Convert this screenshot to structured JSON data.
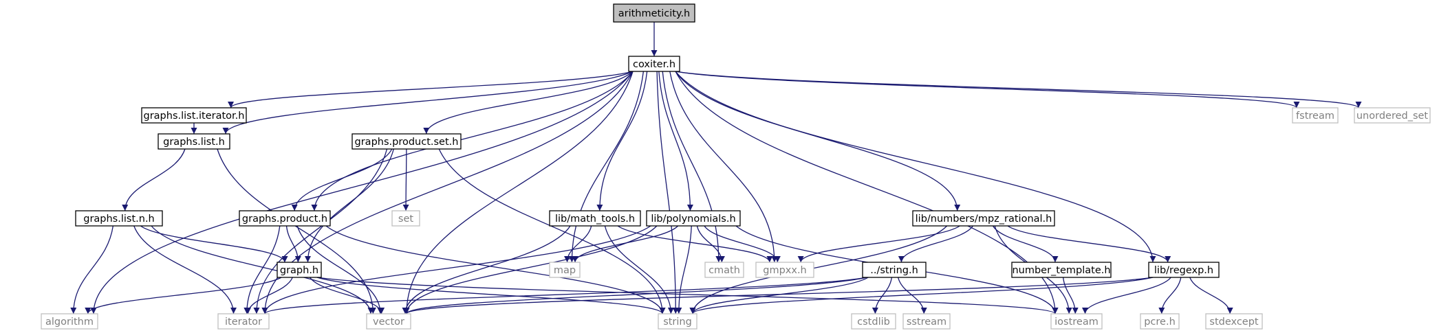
{
  "diagram": {
    "colors": {
      "edge": "#191970",
      "local_border": "#000000",
      "system_border": "#bfbfbf",
      "root_fill": "#bfbfbf",
      "system_text": "#7f7f7f",
      "local_text": "#000000"
    },
    "nodes": [
      {
        "id": "arithmeticity",
        "label": "arithmeticity.h",
        "kind": "root"
      },
      {
        "id": "coxiter",
        "label": "coxiter.h",
        "kind": "local"
      },
      {
        "id": "gli",
        "label": "graphs.list.iterator.h",
        "kind": "local"
      },
      {
        "id": "fstream",
        "label": "fstream",
        "kind": "system"
      },
      {
        "id": "unordered_set",
        "label": "unordered_set",
        "kind": "system"
      },
      {
        "id": "gl",
        "label": "graphs.list.h",
        "kind": "local"
      },
      {
        "id": "gps",
        "label": "graphs.product.set.h",
        "kind": "local"
      },
      {
        "id": "gln",
        "label": "graphs.list.n.h",
        "kind": "local"
      },
      {
        "id": "gp",
        "label": "graphs.product.h",
        "kind": "local"
      },
      {
        "id": "set",
        "label": "set",
        "kind": "system"
      },
      {
        "id": "mt",
        "label": "lib/math_tools.h",
        "kind": "local"
      },
      {
        "id": "poly",
        "label": "lib/polynomials.h",
        "kind": "local"
      },
      {
        "id": "mpz",
        "label": "lib/numbers/mpz_rational.h",
        "kind": "local"
      },
      {
        "id": "graph",
        "label": "graph.h",
        "kind": "local"
      },
      {
        "id": "map",
        "label": "map",
        "kind": "system"
      },
      {
        "id": "cmath",
        "label": "cmath",
        "kind": "system"
      },
      {
        "id": "gmpxx",
        "label": "gmpxx.h",
        "kind": "system"
      },
      {
        "id": "string_h",
        "label": "../string.h",
        "kind": "local"
      },
      {
        "id": "nt",
        "label": "number_template.h",
        "kind": "local"
      },
      {
        "id": "regexp",
        "label": "lib/regexp.h",
        "kind": "local"
      },
      {
        "id": "algorithm",
        "label": "algorithm",
        "kind": "system"
      },
      {
        "id": "iterator",
        "label": "iterator",
        "kind": "system"
      },
      {
        "id": "vector",
        "label": "vector",
        "kind": "system"
      },
      {
        "id": "string",
        "label": "string",
        "kind": "system"
      },
      {
        "id": "cstdlib",
        "label": "cstdlib",
        "kind": "system"
      },
      {
        "id": "sstream",
        "label": "sstream",
        "kind": "system"
      },
      {
        "id": "iostream",
        "label": "iostream",
        "kind": "system"
      },
      {
        "id": "pcre",
        "label": "pcre.h",
        "kind": "system"
      },
      {
        "id": "stdexcept",
        "label": "stdexcept",
        "kind": "system"
      }
    ],
    "edges": [
      [
        "arithmeticity",
        "coxiter"
      ],
      [
        "coxiter",
        "gli"
      ],
      [
        "coxiter",
        "gl"
      ],
      [
        "coxiter",
        "gps"
      ],
      [
        "coxiter",
        "gp"
      ],
      [
        "coxiter",
        "mt"
      ],
      [
        "coxiter",
        "poly"
      ],
      [
        "coxiter",
        "mpz"
      ],
      [
        "coxiter",
        "regexp"
      ],
      [
        "coxiter",
        "fstream"
      ],
      [
        "coxiter",
        "unordered_set"
      ],
      [
        "coxiter",
        "algorithm"
      ],
      [
        "coxiter",
        "iterator"
      ],
      [
        "coxiter",
        "vector"
      ],
      [
        "coxiter",
        "map"
      ],
      [
        "coxiter",
        "cmath"
      ],
      [
        "coxiter",
        "gmpxx"
      ],
      [
        "coxiter",
        "string"
      ],
      [
        "coxiter",
        "iostream"
      ],
      [
        "gli",
        "gl"
      ],
      [
        "gl",
        "gln"
      ],
      [
        "gl",
        "vector"
      ],
      [
        "gps",
        "gp"
      ],
      [
        "gps",
        "set"
      ],
      [
        "gps",
        "graph"
      ],
      [
        "gps",
        "iterator"
      ],
      [
        "gps",
        "string"
      ],
      [
        "gln",
        "graph"
      ],
      [
        "gln",
        "algorithm"
      ],
      [
        "gln",
        "iterator"
      ],
      [
        "gln",
        "vector"
      ],
      [
        "gp",
        "graph"
      ],
      [
        "gp",
        "iterator"
      ],
      [
        "gp",
        "vector"
      ],
      [
        "gp",
        "string"
      ],
      [
        "graph",
        "algorithm"
      ],
      [
        "graph",
        "iterator"
      ],
      [
        "graph",
        "vector"
      ],
      [
        "graph",
        "string"
      ],
      [
        "graph",
        "iostream"
      ],
      [
        "mt",
        "map"
      ],
      [
        "mt",
        "gmpxx"
      ],
      [
        "mt",
        "vector"
      ],
      [
        "mt",
        "string"
      ],
      [
        "poly",
        "map"
      ],
      [
        "poly",
        "cmath"
      ],
      [
        "poly",
        "gmpxx"
      ],
      [
        "poly",
        "string"
      ],
      [
        "poly",
        "vector"
      ],
      [
        "poly",
        "iterator"
      ],
      [
        "poly",
        "iostream"
      ],
      [
        "mpz",
        "gmpxx"
      ],
      [
        "mpz",
        "string_h"
      ],
      [
        "mpz",
        "nt"
      ],
      [
        "mpz",
        "regexp"
      ],
      [
        "mpz",
        "iostream"
      ],
      [
        "mpz",
        "string"
      ],
      [
        "string_h",
        "iterator"
      ],
      [
        "string_h",
        "vector"
      ],
      [
        "string_h",
        "string"
      ],
      [
        "string_h",
        "cstdlib"
      ],
      [
        "string_h",
        "sstream"
      ],
      [
        "nt",
        "iostream"
      ],
      [
        "regexp",
        "vector"
      ],
      [
        "regexp",
        "string"
      ],
      [
        "regexp",
        "iostream"
      ],
      [
        "regexp",
        "pcre"
      ],
      [
        "regexp",
        "stdexcept"
      ]
    ]
  }
}
